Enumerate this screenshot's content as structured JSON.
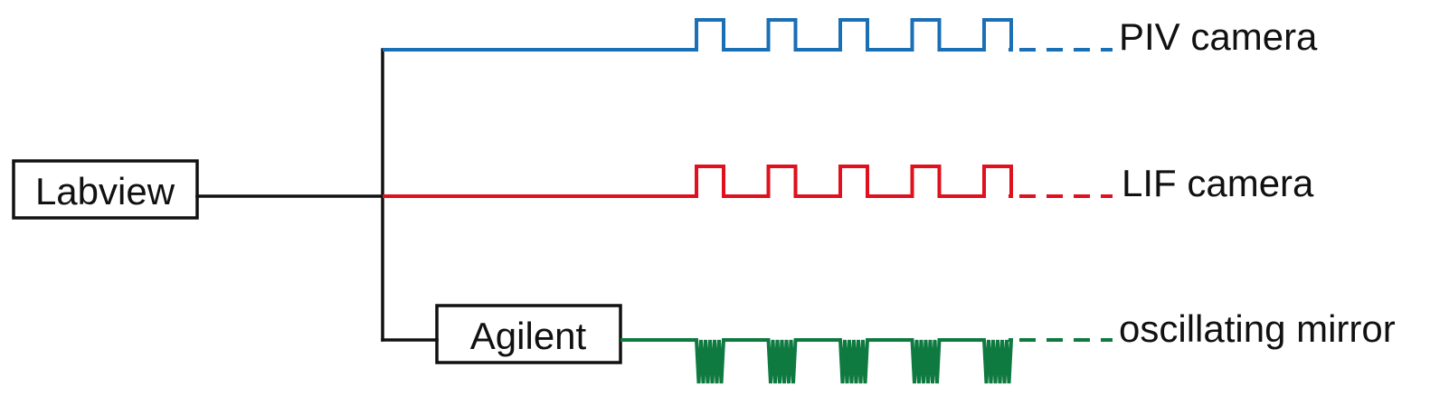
{
  "nodes": {
    "labview": {
      "label": "Labview"
    },
    "agilent": {
      "label": "Agilent"
    }
  },
  "signals": [
    {
      "id": "piv",
      "label": "PIV camera",
      "color": "#1a6fb5",
      "waveform": "square",
      "pulses": 5
    },
    {
      "id": "lif",
      "label": "LIF camera",
      "color": "#e0101e",
      "waveform": "square",
      "pulses": 5
    },
    {
      "id": "mirror",
      "label": "oscillating mirror",
      "color": "#0e7a40",
      "waveform": "burst",
      "pulses": 5
    }
  ]
}
